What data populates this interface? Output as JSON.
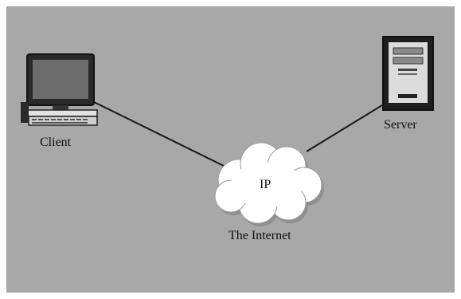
{
  "nodes": {
    "client": {
      "label": "Client",
      "icon": "desktop-computer-icon"
    },
    "server": {
      "label": "Server",
      "icon": "server-tower-icon"
    },
    "internet": {
      "label": "The Internet",
      "inner_label": "IP",
      "icon": "cloud-icon"
    }
  },
  "edges": [
    {
      "from": "client",
      "to": "internet"
    },
    {
      "from": "internet",
      "to": "server"
    }
  ],
  "colors": {
    "background": "#a8a8a8",
    "line": "#1a1a1a",
    "cloud_fill": "#ffffff"
  }
}
